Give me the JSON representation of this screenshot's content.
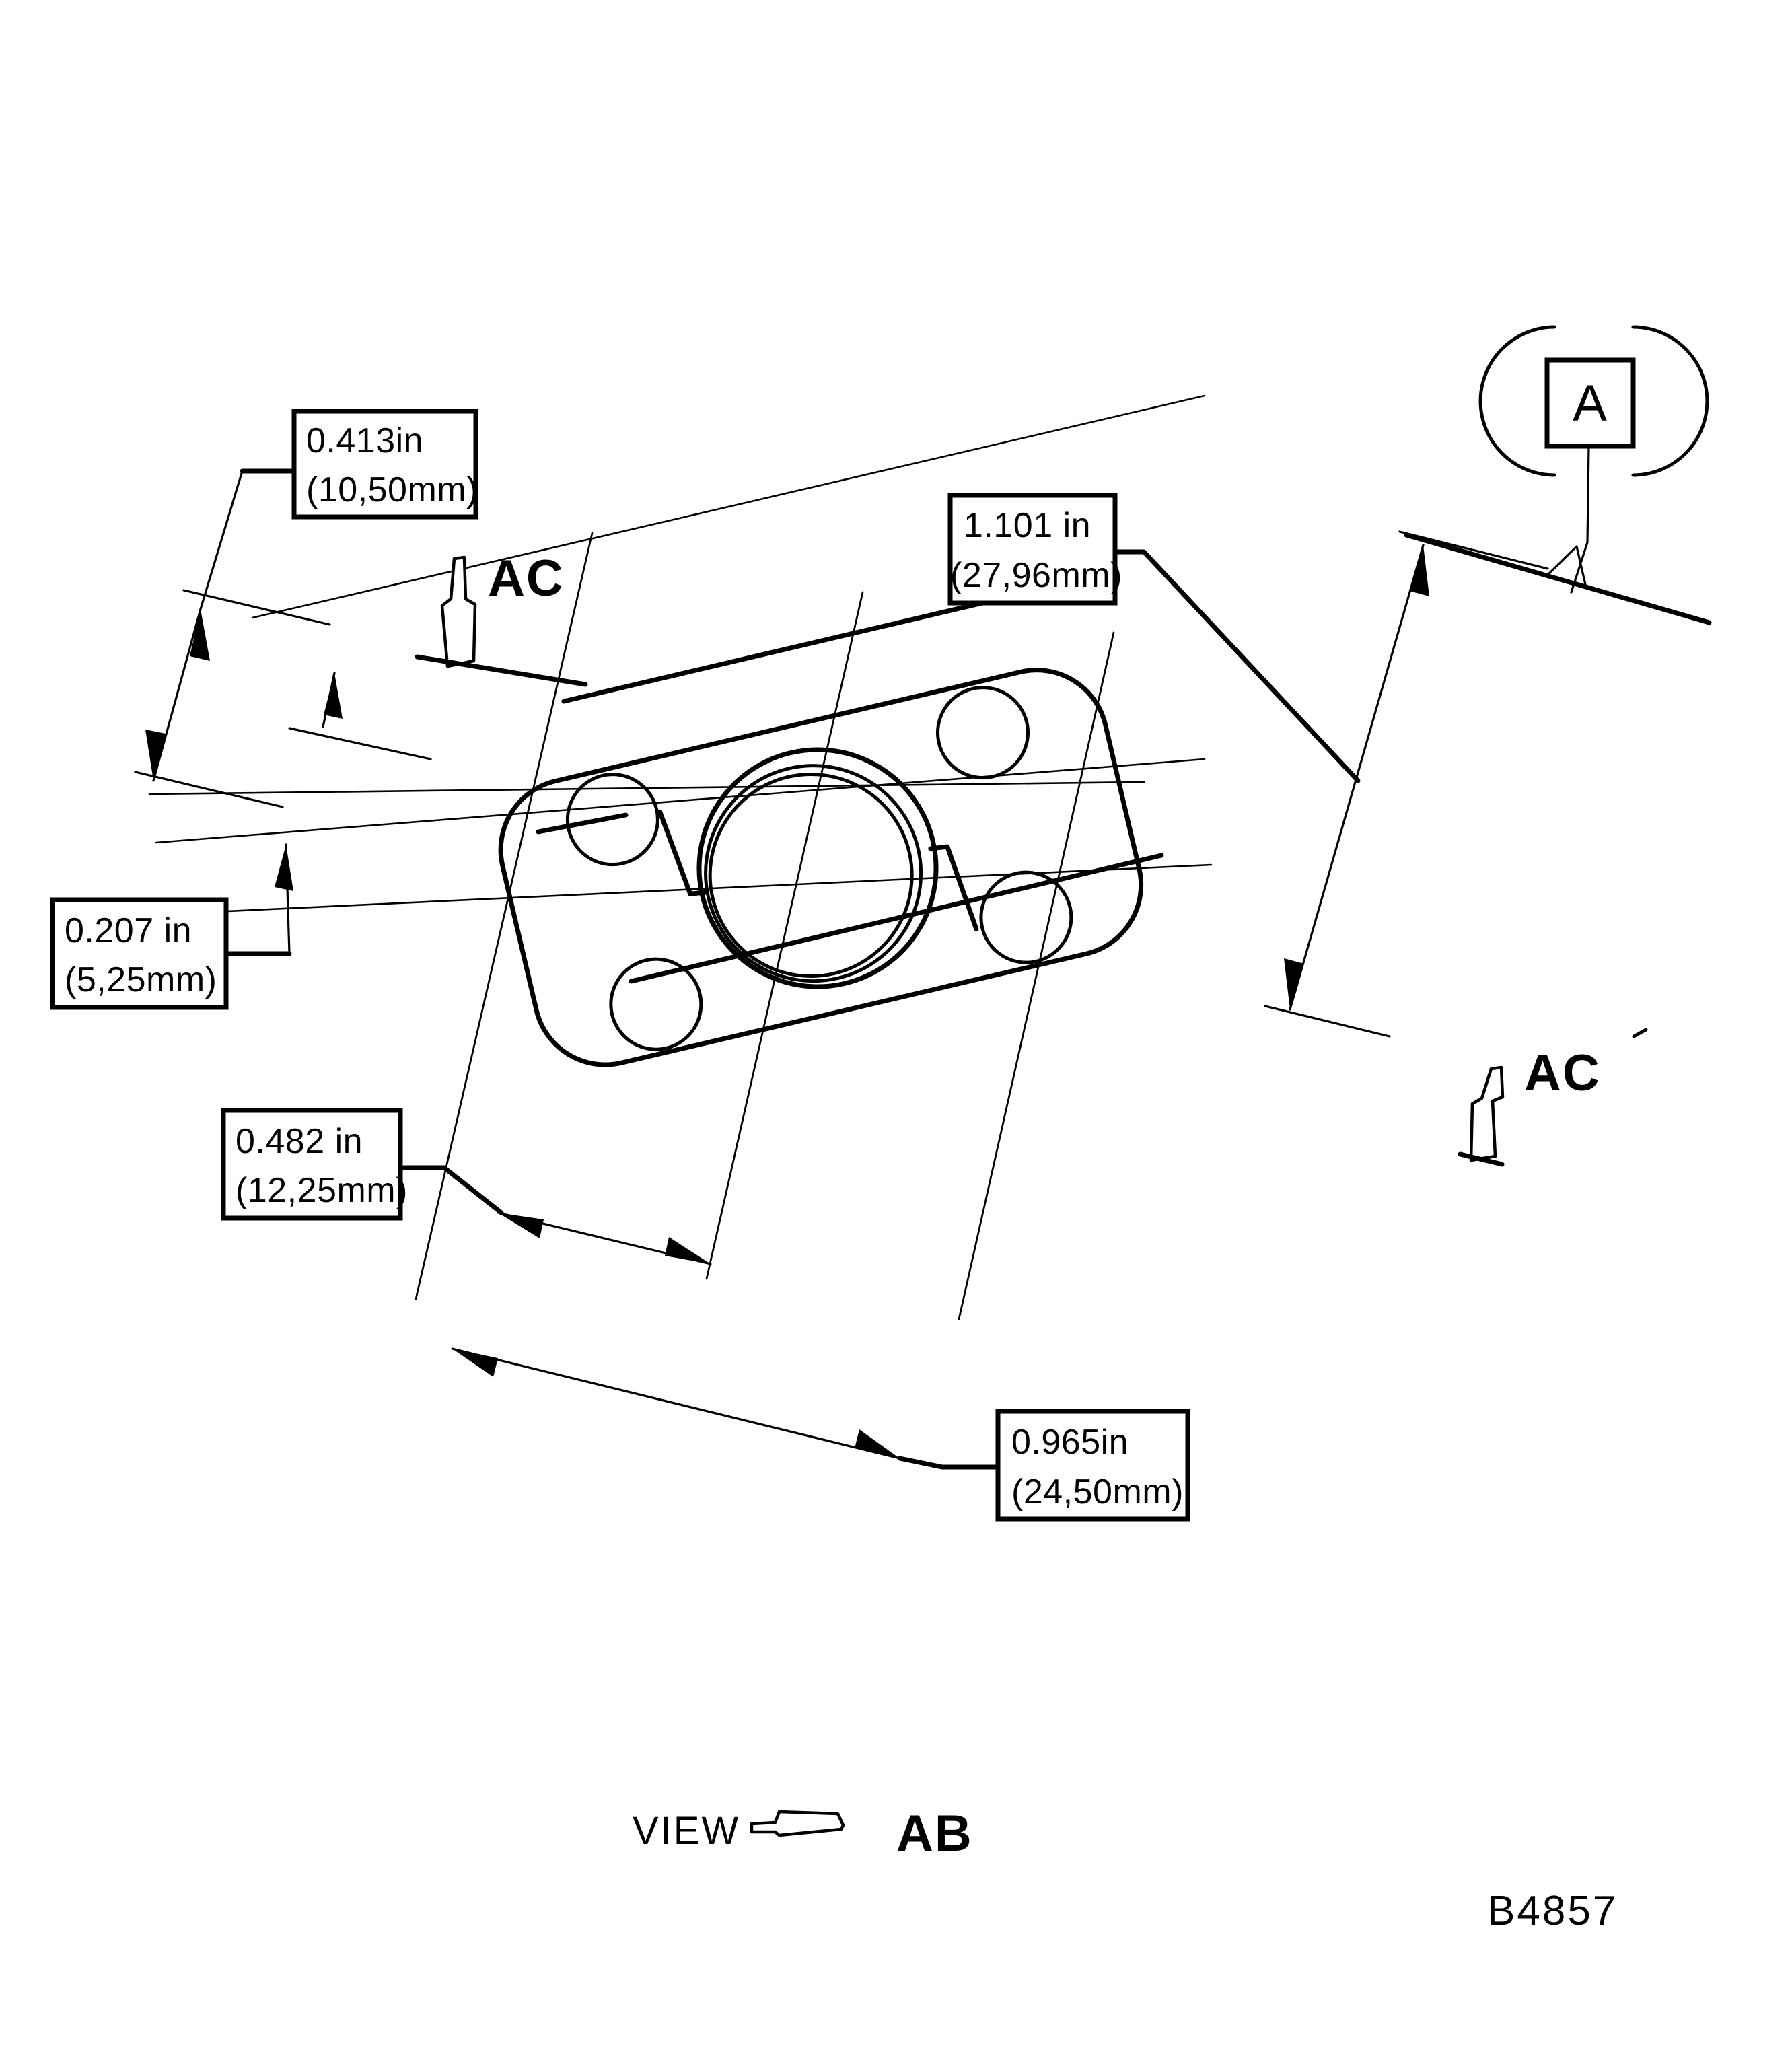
{
  "sheet": {
    "background_color": "#ffffff",
    "line_color": "#000000",
    "drawing_id": "B4857",
    "view_label_prefix": "VIEW",
    "view_label_name": "AB"
  },
  "callouts": [
    {
      "id": "dim-0413",
      "line1": "0.413in",
      "line2": "(10,50mm)",
      "value_in": 0.413,
      "value_mm": 10.5
    },
    {
      "id": "dim-0207",
      "line1": "0.207 in",
      "line2": "(5,25mm)",
      "value_in": 0.207,
      "value_mm": 5.25
    },
    {
      "id": "dim-0482",
      "line1": "0.482 in",
      "line2": "(12,25mm)",
      "value_in": 0.482,
      "value_mm": 12.25
    },
    {
      "id": "dim-1101",
      "line1": "1.101 in",
      "line2": "(27,96mm)",
      "value_in": 1.101,
      "value_mm": 27.96
    },
    {
      "id": "dim-0965",
      "line1": "0.965in",
      "line2": "(24,50mm)",
      "value_in": 0.965,
      "value_mm": 24.5
    }
  ],
  "datum": {
    "letter": "A",
    "symbol": "datum-feature-symbol"
  },
  "section_markers": [
    {
      "id": "section-ac-top",
      "label": "AC"
    },
    {
      "id": "section-ac-bottom",
      "label": "AC"
    }
  ],
  "part": {
    "description": "rotated rectangular flange with central bore and four bolt holes",
    "rotation_deg": -13,
    "bolt_hole_count": 4,
    "bore_circle_count": 3
  }
}
